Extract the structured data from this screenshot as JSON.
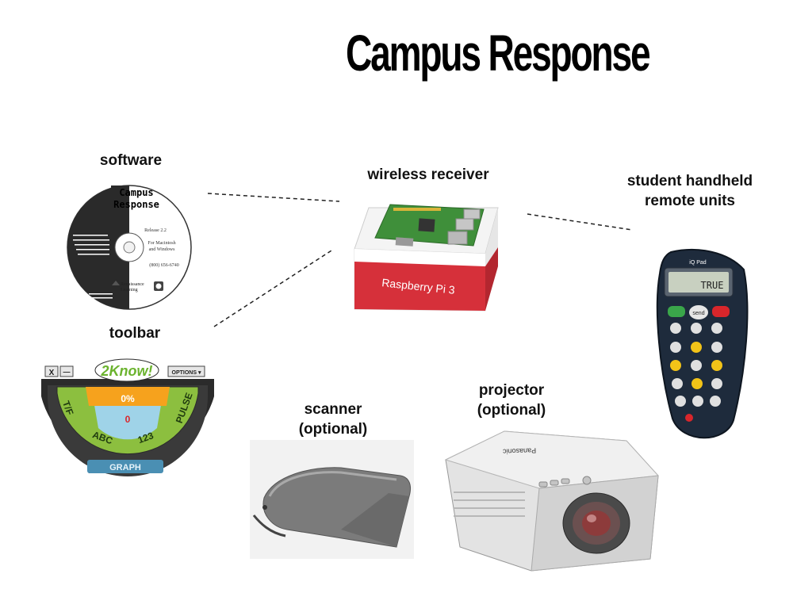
{
  "title": "Campus Response",
  "labels": {
    "software": "software",
    "wireless_receiver": "wireless receiver",
    "handheld_line1": "student handheld",
    "handheld_line2": "remote units",
    "toolbar": "toolbar",
    "scanner_line1": "scanner",
    "scanner_line2": "(optional)",
    "projector_line1": "projector",
    "projector_line2": "(optional)"
  },
  "software_disc": {
    "title_line1": "Campus",
    "title_line2": "Response",
    "release": "Release 2.2",
    "platforms_line1": "For Macintosh",
    "platforms_line2": "and Windows",
    "phone": "(800) 656-6740",
    "brand_line1": "Renaissance",
    "brand_line2": "Learning"
  },
  "receiver": {
    "box_text": "Raspberry Pi 3"
  },
  "remote": {
    "brand": "iQ Pad",
    "display_text": "TRUE",
    "send_label": "send"
  },
  "toolbar_widget": {
    "close_label": "X",
    "minimize_label": "—",
    "logo_text": "2Know!",
    "options_label": "OPTIONS ▾",
    "percent": "0%",
    "count": "0",
    "segments": [
      "T/F",
      "ABC",
      "123",
      "PULSE"
    ],
    "graph_label": "GRAPH"
  },
  "projector": {
    "brand": "Panasonic"
  },
  "colors": {
    "toolbar_green": "#8cbf3f",
    "toolbar_orange": "#f6a21d",
    "toolbar_blue": "#9fd3e8",
    "receiver_red": "#d6303a",
    "remote_dark": "#1e2b3c"
  }
}
